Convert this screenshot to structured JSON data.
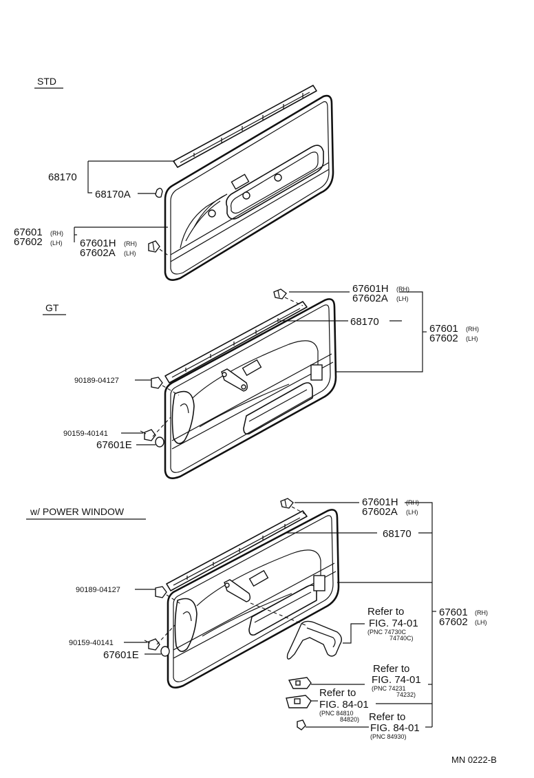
{
  "sections": {
    "std": "STD",
    "gt": "GT",
    "power_window": "w/ POWER  WINDOW"
  },
  "std": {
    "p68170": "68170",
    "p68170a": "68170A",
    "p67601": "67601",
    "p67602": "67602",
    "p67601h": "67601H",
    "p67602a": "67602A",
    "rh": "(RH)",
    "lh": "(LH)"
  },
  "gt": {
    "p67601h": "67601H",
    "p67602a": "67602A",
    "p68170": "68170",
    "p67601": "67601",
    "p67602": "67602",
    "p90189": "90189-04127",
    "p90159": "90159-40141",
    "p67601e": "67601E",
    "rh": "(RH)",
    "lh": "(LH)"
  },
  "pw": {
    "p67601h": "67601H",
    "p67602a": "67602A",
    "p68170": "68170",
    "p67601": "67601",
    "p67602": "67602",
    "p90189": "90189-04127",
    "p90159": "90159-40141",
    "p67601e": "67601E",
    "rh": "(RH)",
    "lh": "(LH)",
    "ref1_a": "Refer to",
    "ref1_b": "FIG. 74-01",
    "ref1_c": "(PNC 74730C",
    "ref1_d": "74740C)",
    "ref2_a": "Refer to",
    "ref2_b": "FIG. 74-01",
    "ref2_c": "(PNC 74231",
    "ref2_d": "74232)",
    "ref3_a": "Refer to",
    "ref3_b": "FIG. 84-01",
    "ref3_c": "(PNC 84810",
    "ref3_d": "84820)",
    "ref4_a": "Refer to",
    "ref4_b": "FIG. 84-01",
    "ref4_c": "(PNC 84930)"
  },
  "footer": "MN  0222-B"
}
